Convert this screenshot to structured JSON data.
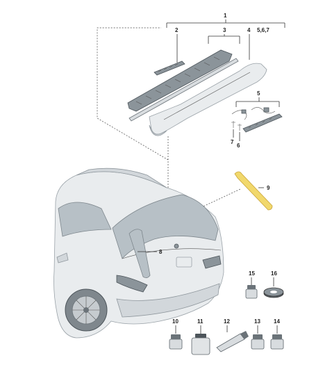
{
  "callouts": {
    "c1": "1",
    "c2": "2",
    "c3": "3",
    "c4": "4",
    "c567": "5,6,7",
    "c5": "5",
    "c6": "6",
    "c7": "7",
    "c8": "8",
    "c9": "9",
    "c10": "10",
    "c11": "11",
    "c12": "12",
    "c13": "13",
    "c14": "14",
    "c15": "15",
    "c16": "16"
  },
  "colors": {
    "highlight": "#f1d86c",
    "leader": "#333333",
    "body": "#e9ecee",
    "glass": "#b7c0c6"
  }
}
